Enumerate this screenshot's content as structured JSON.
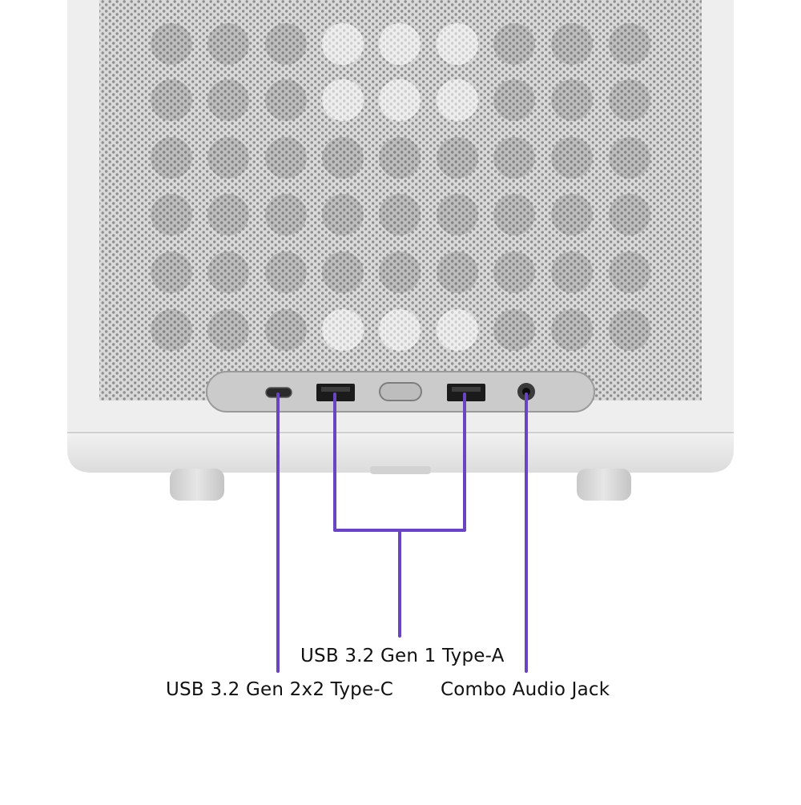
{
  "callouts": {
    "type_c": "USB 3.2 Gen 2x2 Type-C",
    "type_a": "USB 3.2 Gen 1 Type-A",
    "audio": "Combo Audio Jack"
  },
  "colors": {
    "leader_line": "#6a45c2",
    "case_body": "#e9e9e9",
    "io_panel": "#c9c9c9",
    "mesh_hole": "#8a8a8a"
  }
}
